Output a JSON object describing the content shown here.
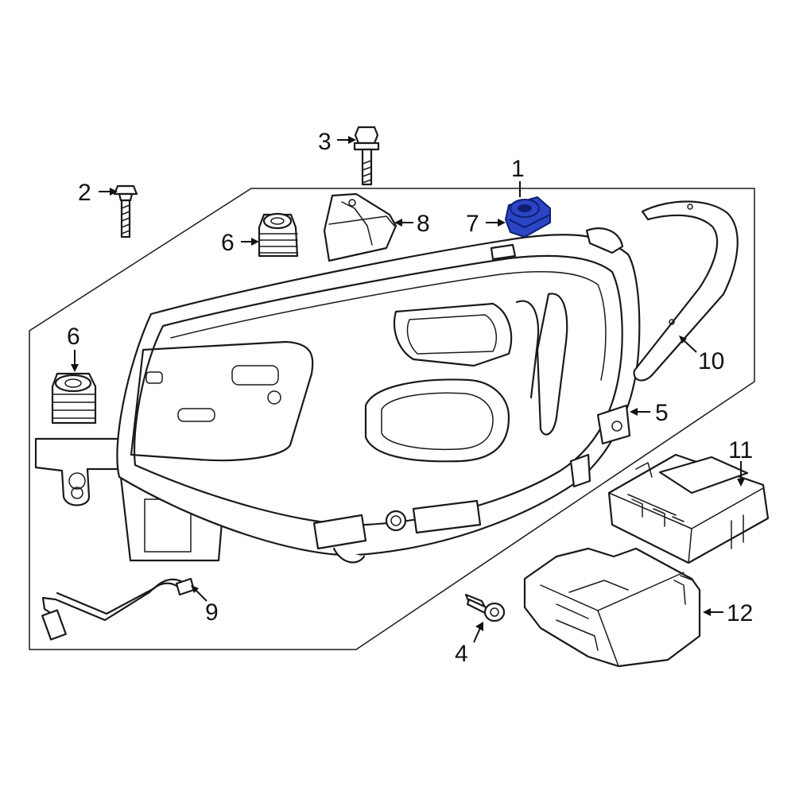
{
  "colors": {
    "line": "#1a1a1a",
    "background": "#ffffff",
    "highlight": "#2b45c6"
  },
  "labels": {
    "p1": "1",
    "p2": "2",
    "p3": "3",
    "p4": "4",
    "p5": "5",
    "p6a": "6",
    "p6b": "6",
    "p7": "7",
    "p8": "8",
    "p9": "9",
    "p10": "10",
    "p11": "11",
    "p12": "12"
  }
}
